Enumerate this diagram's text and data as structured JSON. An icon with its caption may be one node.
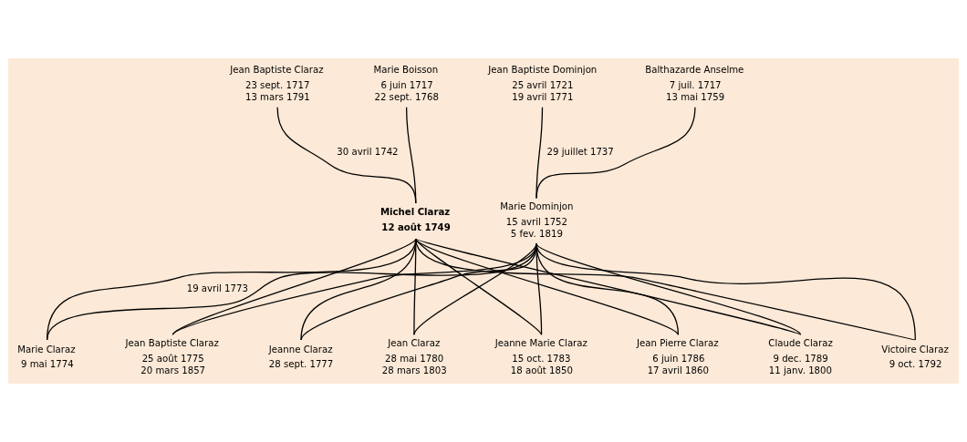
{
  "diagram": {
    "nodes": [
      {
        "text": [
          "Jean Baptiste Claraz",
          "23 sept. 1717",
          "13 mars 1791"
        ]
      },
      {
        "text": [
          "Marie Boisson",
          "6 juin 1717",
          "22 sept. 1768"
        ]
      },
      {
        "text": [
          "Jean Baptiste Dominjon",
          "25 avril 1721",
          "19 avril 1771"
        ]
      },
      {
        "text": [
          "Balthazarde Anselme",
          "7 juil. 1717",
          "13 mai 1759"
        ]
      },
      {
        "text": [
          "Michel Claraz",
          "12 août 1749"
        ]
      },
      {
        "text": [
          "Marie Dominjon",
          "15 avril 1752",
          "5 fev. 1819"
        ]
      },
      {
        "text": [
          "Marie Claraz",
          "9 mai 1774"
        ]
      },
      {
        "text": [
          "Jean Baptiste Claraz",
          "25 août 1775",
          "20 mars 1857"
        ]
      },
      {
        "text": [
          "Jeanne Claraz",
          "28 sept. 1777"
        ]
      },
      {
        "text": [
          "Jean Claraz",
          "28 mai 1780",
          "28 mars 1803"
        ]
      },
      {
        "text": [
          "Jeanne Marie Claraz",
          "15 oct. 1783",
          "18 août 1850"
        ]
      },
      {
        "text": [
          "Jean Pierre Claraz",
          "6 juin 1786",
          "17 avril 1860"
        ]
      },
      {
        "text": [
          "Claude Claraz",
          "9 dec. 1789",
          "11 janv. 1800"
        ]
      },
      {
        "text": [
          "Victoire Claraz",
          "9 oct. 1792"
        ]
      }
    ],
    "edges": [
      {
        "from": 0,
        "to": 4,
        "arrow": "none",
        "label": "30 avril 1742"
      },
      {
        "from": 1,
        "to": 4,
        "arrow": "none"
      },
      {
        "from": 2,
        "to": 5,
        "arrow": "none",
        "label": "29 juillet 1737"
      },
      {
        "from": 3,
        "to": 5,
        "arrow": "none"
      },
      {
        "from": 4,
        "to": 6,
        "arrow": "none",
        "label": "19 avril 1773"
      },
      {
        "from": 4,
        "to": 7,
        "arrow": "none"
      },
      {
        "from": 4,
        "to": 8,
        "arrow": "none"
      },
      {
        "from": 4,
        "to": 9,
        "arrow": "none"
      },
      {
        "from": 4,
        "to": 10,
        "arrow": "none"
      },
      {
        "from": 4,
        "to": 11,
        "arrow": "none"
      },
      {
        "from": 4,
        "to": 12,
        "arrow": "none"
      },
      {
        "from": 4,
        "to": 13,
        "arrow": "none"
      },
      {
        "from": 5,
        "to": 6,
        "arrow": "none"
      },
      {
        "from": 5,
        "to": 7,
        "arrow": "none"
      },
      {
        "from": 5,
        "to": 8,
        "arrow": "none"
      },
      {
        "from": 5,
        "to": 9,
        "arrow": "none"
      },
      {
        "from": 5,
        "to": 10,
        "arrow": "none"
      },
      {
        "from": 5,
        "to": 11,
        "arrow": "none"
      },
      {
        "from": 5,
        "to": 12,
        "arrow": "none"
      },
      {
        "from": 5,
        "to": 13,
        "arrow": "none"
      }
    ]
  }
}
